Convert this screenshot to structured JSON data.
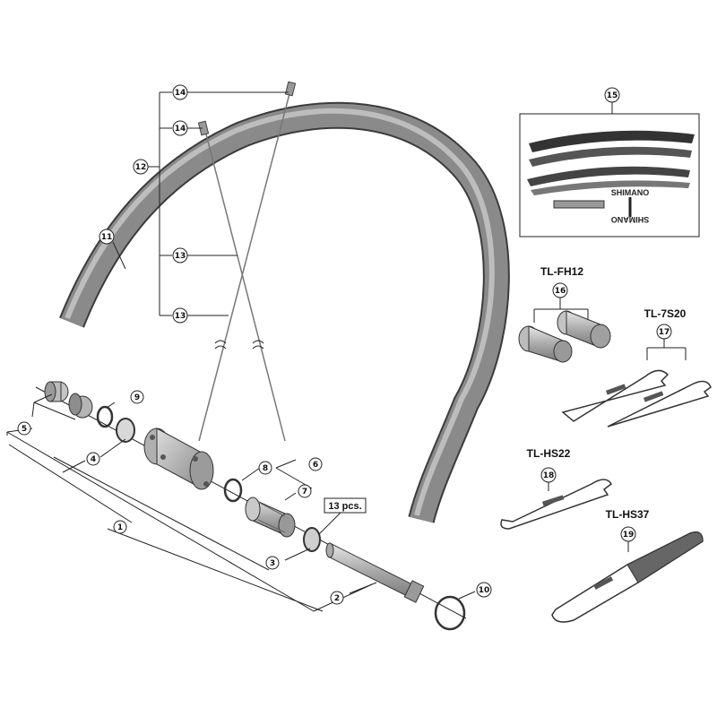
{
  "callouts": {
    "c1": "1",
    "c2": "2",
    "c3": "3",
    "c4": "4",
    "c5": "5",
    "c6": "6",
    "c7": "7",
    "c8": "8",
    "c9": "9",
    "c10": "10",
    "c11": "11",
    "c12": "12",
    "c13a": "13",
    "c13b": "13",
    "c14a": "14",
    "c14b": "14",
    "c15": "15",
    "c16": "16",
    "c17": "17",
    "c18": "18",
    "c19": "19"
  },
  "quantity_note": "13 pcs.",
  "tools": {
    "fh12": "TL-FH12",
    "s720": "TL-7S20",
    "hs22": "TL-HS22",
    "hs37": "TL-HS37"
  },
  "decal_logo": "SHIMANO",
  "colors": {
    "rim_dark": "#6e6e6e",
    "rim_light": "#cfcfcf",
    "metal": "#b9b9b9",
    "line": "#222222"
  }
}
